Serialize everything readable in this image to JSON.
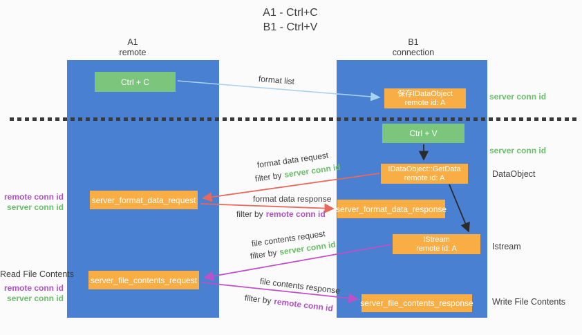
{
  "title": {
    "line1": "A1 - Ctrl+C",
    "line2": "B1 - Ctrl+V"
  },
  "columns": {
    "left": {
      "title": "A1",
      "subtitle": "remote"
    },
    "right": {
      "title": "B1",
      "subtitle": "connection"
    }
  },
  "nodes": {
    "ctrl_c": {
      "label": "Ctrl + C"
    },
    "ctrl_v": {
      "label": "Ctrl + V"
    },
    "save_dataobject": {
      "line1": "保存IDataObject",
      "line2": "remote id: A"
    },
    "getdata": {
      "line1": "IDataObject::GetData",
      "line2": "remote id: A"
    },
    "istream": {
      "line1": "IStream",
      "line2": "remote id: A"
    },
    "format_request": {
      "label": "server_format_data_request"
    },
    "format_response": {
      "label": "server_format_data_response"
    },
    "file_request": {
      "label": "server_file_contents_request"
    },
    "file_response": {
      "label": "server_file_contents_response"
    }
  },
  "left_labels": {
    "remote_conn_1": "remote conn id",
    "server_conn_1": "server conn id",
    "read_file": "Read File Contents",
    "remote_conn_2": "remote conn id",
    "server_conn_2": "server conn id"
  },
  "right_labels": {
    "server_conn_1": "server conn id",
    "server_conn_2": "server conn id",
    "dataobject": "DataObject",
    "istream": "Istream",
    "write_file": "Write File Contents"
  },
  "arrows": {
    "format_list": {
      "label": "format list"
    },
    "format_data_request": {
      "label": "format data request",
      "filter_prefix": "filter by",
      "filter_id": "server conn id"
    },
    "format_data_response": {
      "label": "format data response",
      "filter_prefix": "filter by",
      "filter_id": "remote conn id"
    },
    "file_contents_request": {
      "label": "file contents request",
      "filter_prefix": "filter by",
      "filter_id": "server conn id"
    },
    "file_contents_response": {
      "label": "file contents response",
      "filter_prefix": "filter by",
      "filter_id": "remote conn id"
    }
  },
  "colors": {
    "column_blue": "#4a80d2",
    "box_green": "#7cc57c",
    "box_orange": "#f9ae45",
    "label_green": "#6abf69",
    "label_purple": "#b052c5",
    "arrow_red": "#e8685c",
    "arrow_magenta": "#c050c8",
    "arrow_blue": "#a9d2ee",
    "arrow_black": "#2b2b2b",
    "text_dark": "#3d3d3d"
  }
}
